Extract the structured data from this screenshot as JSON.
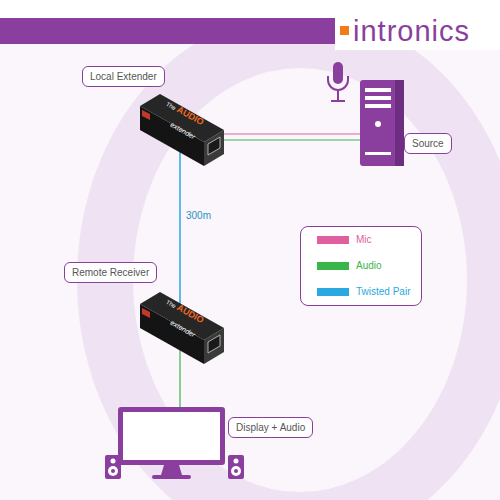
{
  "diagram": {
    "nodes": [
      {
        "text": [
          "Local Extender",
          "The",
          "AUDIO",
          "extender"
        ]
      },
      {
        "text": [
          "Source"
        ]
      },
      {
        "text": [
          "Remote Receiver",
          "The",
          "AUDIO",
          "extender"
        ]
      },
      {
        "text": [
          "Display + Audio"
        ]
      }
    ],
    "edges": [
      {
        "from": 0,
        "to": 1,
        "arrow": "none"
      },
      {
        "from": 0,
        "to": 1,
        "arrow": "none"
      },
      {
        "from": 0,
        "to": 2,
        "label": "300m",
        "arrow": "none"
      },
      {
        "from": 2,
        "to": 3,
        "arrow": "none"
      }
    ],
    "labels": [
      "intronics"
    ],
    "legend": [
      {
        "text": "Mic",
        "color": "#e0609f"
      },
      {
        "text": "Audio",
        "color": "#3ab54a"
      },
      {
        "text": "Twisted Pair",
        "color": "#29a9e0"
      }
    ]
  }
}
